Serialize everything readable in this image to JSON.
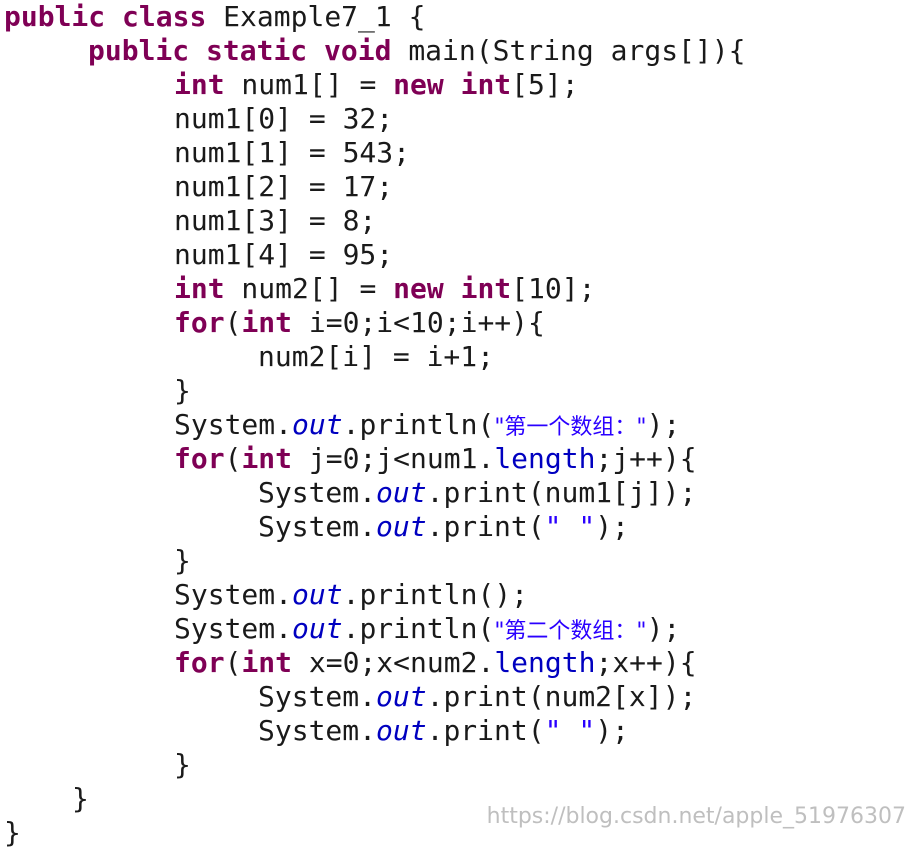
{
  "kw": {
    "public": "public",
    "class": "class",
    "static": "static",
    "void": "void",
    "int": "int",
    "new": "new",
    "for": "for"
  },
  "field": {
    "out": "out"
  },
  "prop": {
    "length": "length"
  },
  "code": {
    "l1_name": " Example7_1 {",
    "l2_sig": " main(String args[]){",
    "l3_a": " num1[] = ",
    "l3_b": "[5];",
    "l4": "num1[0] = 32;",
    "l5": "num1[1] = 543;",
    "l6": "num1[2] = 17;",
    "l7": "num1[3] = 8;",
    "l8": "num1[4] = 95;",
    "l9_a": " num2[] = ",
    "l9_b": "[10];",
    "l10_a": "(",
    "l10_b": " i=0;i<10;i++){",
    "l11": "num2[i] = i+1;",
    "close": "}",
    "sys": "System.",
    "println_open": ".println(",
    "print_open": ".print(",
    "str_first": "\"第一个数组：\"",
    "str_second": "\"第二个数组：\"",
    "str_space": "\" \"",
    "end_paren": ");",
    "println_empty": ".println();",
    "l14_b": " j=0;j<num1.",
    "l14_c": ";j++){",
    "l15_tail": "num1[j]);",
    "l22_b": " x=0;x<num2.",
    "l22_c": ";x++){",
    "l23_tail": "num2[x]);"
  },
  "watermark": "https://blog.csdn.net/apple_51976307"
}
